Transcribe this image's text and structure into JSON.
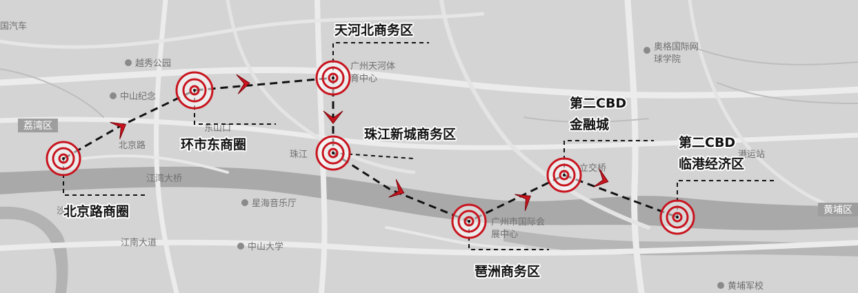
{
  "colors": {
    "land": "#d4d4d4",
    "water": "#a9a9a9",
    "road": "#ececec",
    "road_dark": "#bdbdbd",
    "accent_red": "#c8141e",
    "route_dash": "#111111",
    "label_text": "#111111",
    "map_text": "#6f6f6f"
  },
  "map_labels": {
    "auto_city": "国汽车",
    "yuexiu_park": "越秀公园",
    "zhongshan_memorial": "中山纪念",
    "liwan_district": "荔湾区",
    "beijing_road": "北京路",
    "dongshankou": "东山口",
    "jiangwan_bridge": "江湾大桥",
    "zhujiang_short": "珠江",
    "xinghai_hall": "星海音乐厅",
    "tianhe_sports": "广州天河体育中心",
    "zhongshan_univ": "中山大学",
    "jiangnan_road": "江南大道",
    "sha_short": "沙",
    "expo_center": "广州市国际会展中心",
    "liwan_interchange": "立交桥",
    "olympic_school": "奥格国际网球学院",
    "huangpu_district": "黄埔区",
    "huangpu_academy": "黄埔军校",
    "port_short": "港运站"
  },
  "icons": {
    "hub_marker": "target-rings-icon",
    "flow_arrow": "chevron-arrow-icon",
    "poi": "poi-dot-icon"
  },
  "zones": [
    {
      "id": "beijing-road",
      "label": "北京路商圈"
    },
    {
      "id": "huanshi-east",
      "label": "环市东商圈"
    },
    {
      "id": "tianhe-north",
      "label": "天河北商务区"
    },
    {
      "id": "zhujiang-new-town",
      "label": "珠江新城商务区"
    },
    {
      "id": "pazhou",
      "label": "琶洲商务区"
    },
    {
      "id": "second-cbd-finance",
      "label_line1": "第二CBD",
      "label_line2": "金融城"
    },
    {
      "id": "second-cbd-port",
      "label_line1": "第二CBD",
      "label_line2": "临港经济区"
    }
  ]
}
